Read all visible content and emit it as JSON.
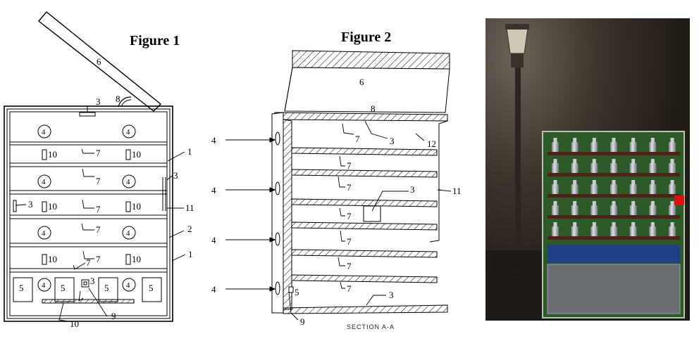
{
  "figure1": {
    "title": "Figure 1",
    "labels": {
      "l6": "6",
      "l8": "8",
      "l3a": "3",
      "l4": "4",
      "l10": "10",
      "l7": "7",
      "l1": "1",
      "l3": "3",
      "l11": "11",
      "l2": "2",
      "l5": "5",
      "l9": "9"
    }
  },
  "figure2": {
    "title": "Figure 2",
    "caption": "SECTION A-A",
    "labels": {
      "l6": "6",
      "l8": "8",
      "l4": "4",
      "l7": "7",
      "l3": "3",
      "l12": "12",
      "l11": "11",
      "l5": "5",
      "l9": "9"
    }
  },
  "render": {
    "rows": 5,
    "columns": 7,
    "colors": {
      "background_wall": "#3a3128",
      "cabinet_green": "#2e5a2a",
      "shelf_brown": "#4a2418",
      "bottle_silver": "#b8bcc0",
      "lower_band_blue": "#1f3f86",
      "bottom_gray": "#6a6d72",
      "indicator_red": "#e01010"
    }
  }
}
